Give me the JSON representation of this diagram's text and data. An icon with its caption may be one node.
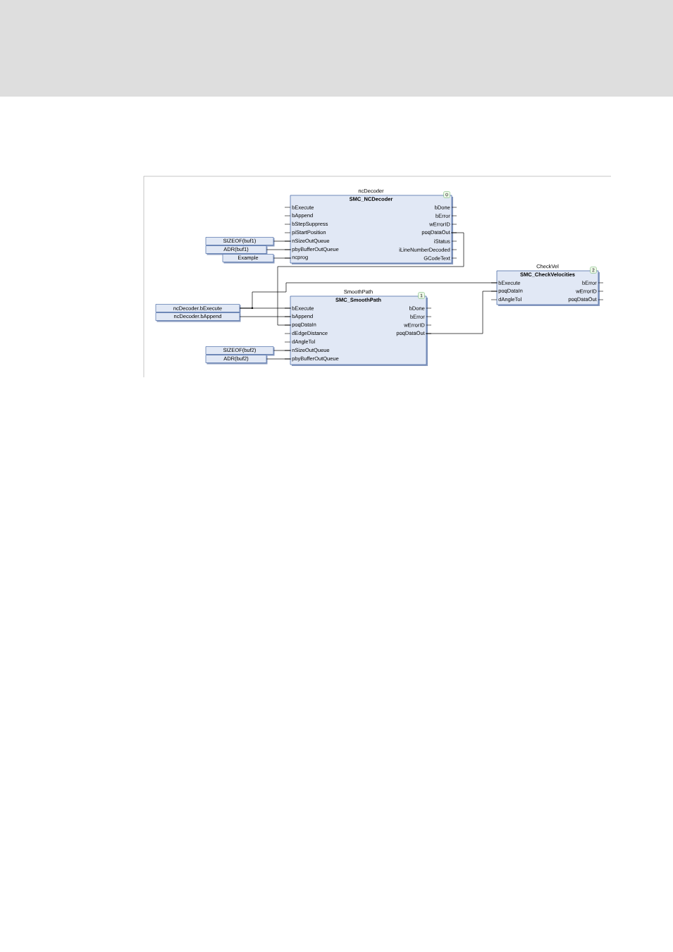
{
  "diagram": {
    "nodes": [
      {
        "text": [
          "ncDecoder",
          "SMC_NCDecoder"
        ]
      },
      {
        "text": [
          "0"
        ],
        "in": 0
      },
      {
        "text": [
          "bExecute"
        ],
        "in": 0
      },
      {
        "text": [
          "bAppend"
        ],
        "in": 0
      },
      {
        "text": [
          "bStepSuppress"
        ],
        "in": 0
      },
      {
        "text": [
          "piStartPosition"
        ],
        "in": 0
      },
      {
        "text": [
          "nSizeOutQueue"
        ],
        "in": 0
      },
      {
        "text": [
          "pbyBufferOutQueue"
        ],
        "in": 0
      },
      {
        "text": [
          "ncprog"
        ],
        "in": 0
      },
      {
        "text": [
          "bDone"
        ],
        "in": 0
      },
      {
        "text": [
          "bError"
        ],
        "in": 0
      },
      {
        "text": [
          "wErrorID"
        ],
        "in": 0
      },
      {
        "text": [
          "poqDataOut"
        ],
        "in": 0
      },
      {
        "text": [
          "iStatus"
        ],
        "in": 0
      },
      {
        "text": [
          "iLineNumberDecoded"
        ],
        "in": 0
      },
      {
        "text": [
          "GCodeText"
        ],
        "in": 0
      },
      {
        "text": [
          "SIZEOF(buf1)"
        ]
      },
      {
        "text": [
          "ADR(buf1)"
        ]
      },
      {
        "text": [
          "Example"
        ]
      },
      {
        "text": [
          "CheckVel",
          "SMC_CheckVelocities"
        ]
      },
      {
        "text": [
          "2"
        ],
        "in": 19
      },
      {
        "text": [
          "bExecute"
        ],
        "in": 19
      },
      {
        "text": [
          "poqDataIn"
        ],
        "in": 19
      },
      {
        "text": [
          "dAngleTol"
        ],
        "in": 19
      },
      {
        "text": [
          "bError"
        ],
        "in": 19
      },
      {
        "text": [
          "wErrorID"
        ],
        "in": 19
      },
      {
        "text": [
          "poqDataOut"
        ],
        "in": 19
      },
      {
        "text": [
          "ncDecoder.bExecute"
        ]
      },
      {
        "text": [
          "ncDecoder.bAppend"
        ]
      },
      {
        "text": [
          "SmoothPath",
          "SMC_SmoothPath"
        ]
      },
      {
        "text": [
          "1"
        ],
        "in": 29
      },
      {
        "text": [
          "bExecute"
        ],
        "in": 29
      },
      {
        "text": [
          "bAppend"
        ],
        "in": 29
      },
      {
        "text": [
          "poqDataIn"
        ],
        "in": 29
      },
      {
        "text": [
          "dEdgeDistance"
        ],
        "in": 29
      },
      {
        "text": [
          "dAngleTol"
        ],
        "in": 29
      },
      {
        "text": [
          "nSizeOutQueue"
        ],
        "in": 29
      },
      {
        "text": [
          "pbyBufferOutQueue"
        ],
        "in": 29
      },
      {
        "text": [
          "bDone"
        ],
        "in": 29
      },
      {
        "text": [
          "bError"
        ],
        "in": 29
      },
      {
        "text": [
          "wErrorID"
        ],
        "in": 29
      },
      {
        "text": [
          "poqDataOut"
        ],
        "in": 29
      },
      {
        "text": [
          "SIZEOF(buf2)"
        ]
      },
      {
        "text": [
          "ADR(buf2)"
        ]
      }
    ],
    "edges": [
      {
        "from": 16,
        "to": 6,
        "arrow": "none"
      },
      {
        "from": 17,
        "to": 7,
        "arrow": "none"
      },
      {
        "from": 18,
        "to": 8,
        "arrow": "none"
      },
      {
        "from": 12,
        "to": 33,
        "arrow": "none"
      },
      {
        "from": 27,
        "to": 31,
        "arrow": "none"
      },
      {
        "from": 27,
        "to": 21,
        "arrow": "none"
      },
      {
        "from": 28,
        "to": 32,
        "arrow": "none"
      },
      {
        "from": 42,
        "to": 36,
        "arrow": "none"
      },
      {
        "from": 43,
        "to": 37,
        "arrow": "none"
      },
      {
        "from": 41,
        "to": 22,
        "arrow": "none"
      }
    ]
  }
}
